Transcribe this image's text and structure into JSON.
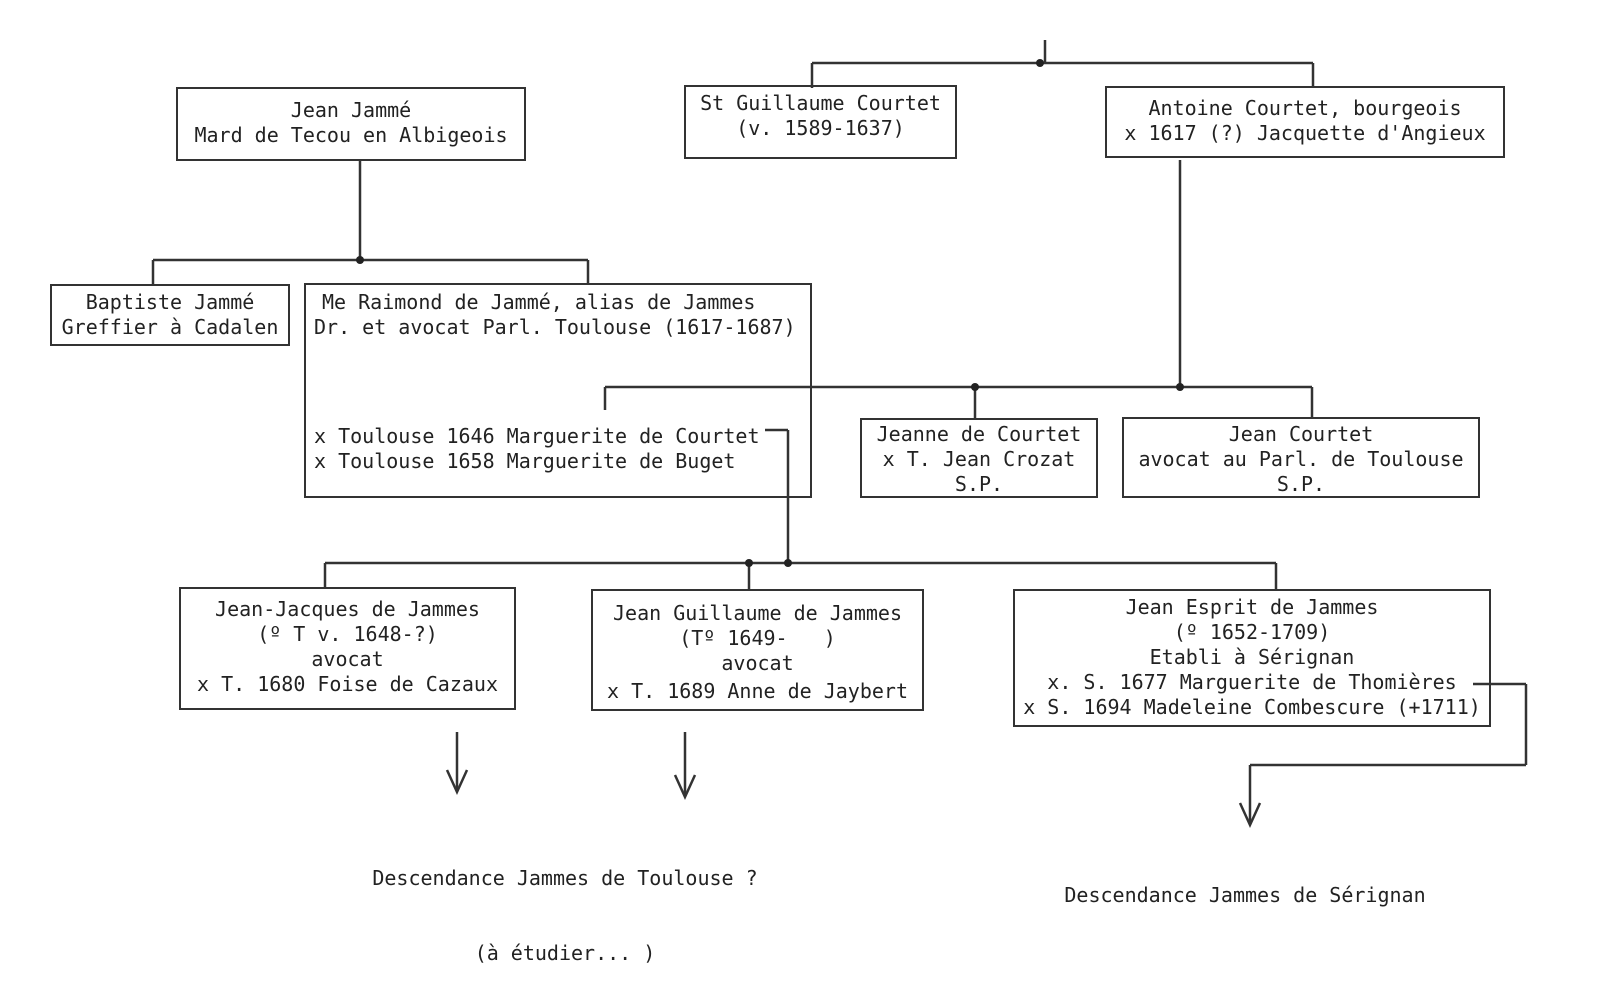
{
  "nodes": {
    "jean_jamme": [
      "Jean Jammé",
      "Mard de Tecou en Albigeois"
    ],
    "guillaume_courtet": [
      "St Guillaume Courtet",
      "(v. 1589-1637)"
    ],
    "antoine_courtet": [
      "Antoine Courtet, bourgeois",
      "x 1617 (?) Jacquette d'Angieux"
    ],
    "baptiste_jamme": [
      "Baptiste Jammé",
      "Greffier à Cadalen"
    ],
    "raimond_jamme": [
      "Me Raimond de Jammé, alias de Jammes",
      "Dr. et avocat Parl. Toulouse (1617-1687)",
      "x Toulouse 1646 Marguerite de Courtet",
      "x Toulouse 1658 Marguerite de Buget"
    ],
    "jeanne_courtet": [
      "Jeanne de Courtet",
      "x T. Jean Crozat",
      "S.P."
    ],
    "jean_courtet": [
      "Jean Courtet",
      "avocat au Parl. de Toulouse",
      "S.P."
    ],
    "jean_jacques": [
      "Jean-Jacques de Jammes",
      "(º T v. 1648-?)",
      "avocat",
      "x T. 1680 Foise de Cazaux"
    ],
    "jean_guillaume": [
      "Jean Guillaume de Jammes",
      "(Tº 1649-   )",
      "avocat",
      "x T. 1689 Anne de Jaybert"
    ],
    "jean_esprit": [
      "Jean Esprit de Jammes",
      "(º 1652-1709)",
      "Etabli à Sérignan",
      "x. S. 1677 Marguerite de Thomières",
      "x S. 1694 Madeleine Combescure (+1711)"
    ]
  },
  "descendance": {
    "toulouse": [
      "Descendance Jammes de Toulouse ?",
      "(à étudier... )"
    ],
    "serignan": [
      "Descendance Jammes de Sérignan"
    ]
  }
}
